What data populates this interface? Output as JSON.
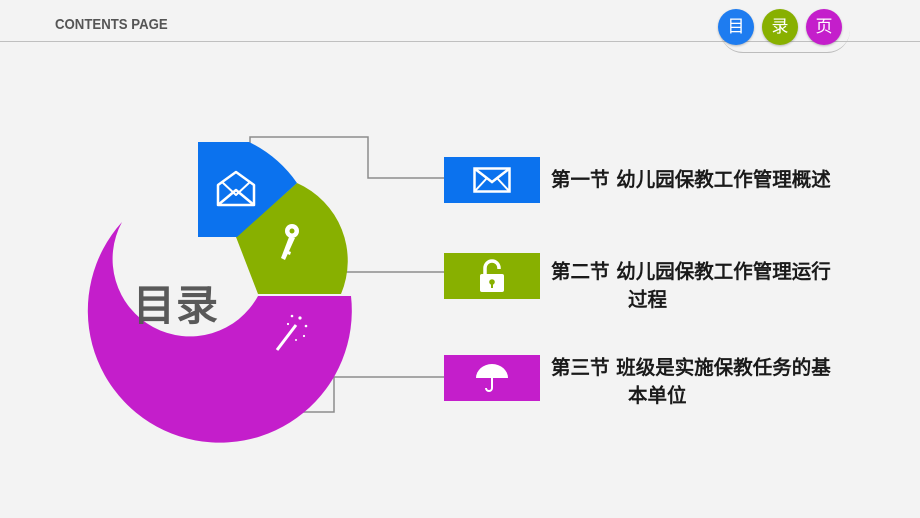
{
  "header": {
    "title": "CONTENTS PAGE",
    "badges": [
      "目",
      "录",
      "页"
    ]
  },
  "center_title": "目录",
  "items": [
    {
      "label_line1": "第一节  幼儿园保教工作管理概述",
      "label_line2": "",
      "icon": "envelope-icon",
      "color": "#0b72ee"
    },
    {
      "label_line1": "第二节  幼儿园保教工作管理运行",
      "label_line2": "过程",
      "icon": "unlocked-padlock-icon",
      "color": "#88b000"
    },
    {
      "label_line1": "第三节  班级是实施保教任务的基",
      "label_line2": "本单位",
      "icon": "umbrella-icon",
      "color": "#c41ecb"
    }
  ],
  "wheel_icons": [
    "open-envelope-icon",
    "key-icon",
    "magic-wand-icon"
  ],
  "colors": {
    "blue": "#0b72ee",
    "green": "#88b000",
    "magenta": "#c41ecb",
    "background": "#f3f3f3"
  }
}
